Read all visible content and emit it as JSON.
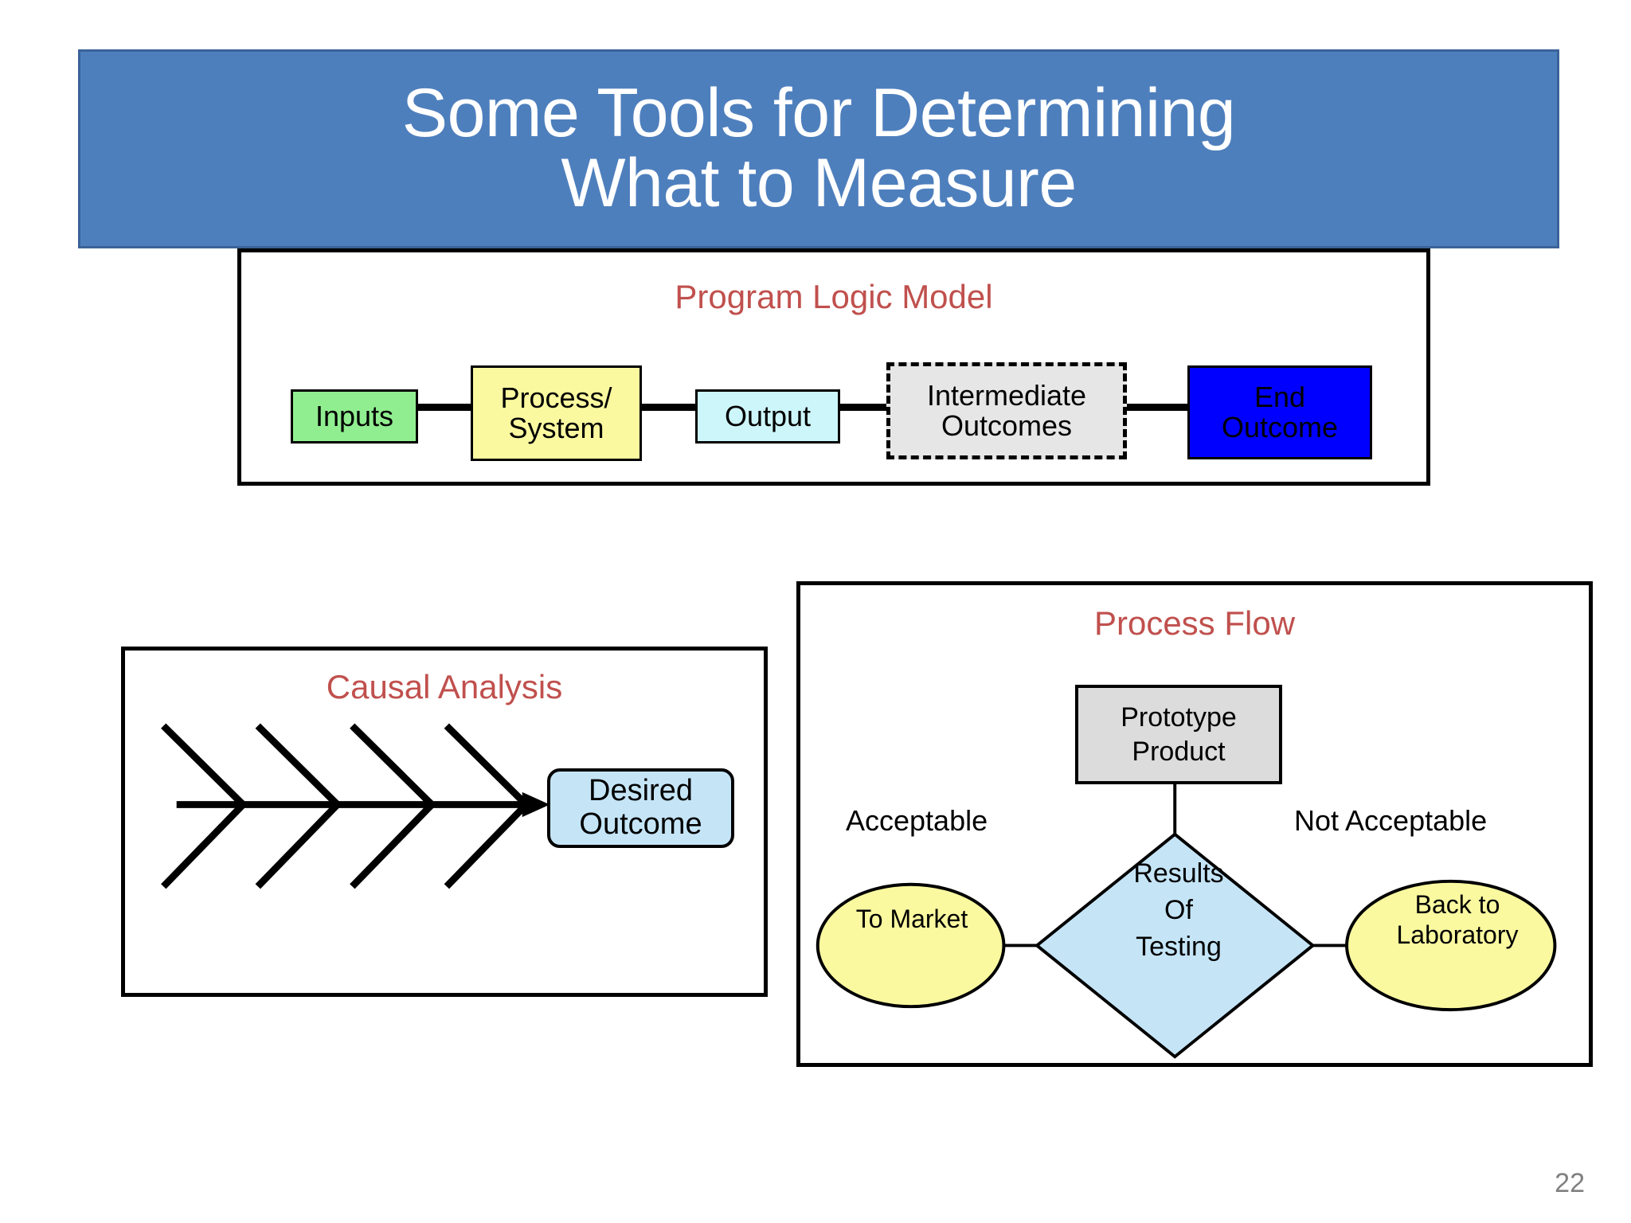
{
  "slide": {
    "title_line_1": "Some Tools for Determining",
    "title_line_2": "What to Measure",
    "page_number": "22",
    "colors": {
      "title_banner": "#4E7FBD",
      "panel_title": "#C0504D",
      "inputs_box": "#90EE90",
      "process_box": "#FAF9A0",
      "output_box": "#CDF6FA",
      "intermediate_box": "#E6E6E6",
      "end_outcome_box": "#0000FF",
      "desired_outcome_box": "#C5E5F7",
      "prototype_box": "#DCDCDC",
      "diamond_box": "#C5E5F7",
      "ellipse_box": "#FAF9A0",
      "page_number": "#808080"
    }
  },
  "program_logic_model": {
    "title": "Program Logic Model",
    "steps": [
      {
        "label": "Inputs",
        "shape": "rectangle",
        "fill": "#90EE90"
      },
      {
        "label_line_1": "Process/",
        "label_line_2": "System",
        "shape": "rectangle",
        "fill": "#FAF9A0"
      },
      {
        "label": "Output",
        "shape": "rectangle",
        "fill": "#CDF6FA"
      },
      {
        "label_line_1": "Intermediate",
        "label_line_2": "Outcomes",
        "shape": "dashed-rectangle",
        "fill": "#E6E6E6"
      },
      {
        "label_line_1": "End",
        "label_line_2": "Outcome",
        "shape": "rectangle",
        "fill": "#0000FF"
      }
    ]
  },
  "causal_analysis": {
    "title": "Causal Analysis",
    "outcome_line_1": "Desired",
    "outcome_line_2": "Outcome",
    "upper_bones": 4,
    "lower_bones": 4
  },
  "process_flow": {
    "title": "Process Flow",
    "prototype_line_1": "Prototype",
    "prototype_line_2": "Product",
    "decision_line_1": "Results",
    "decision_line_2": "Of",
    "decision_line_3": "Testing",
    "branch_left_label": "Acceptable",
    "branch_right_label": "Not Acceptable",
    "outcome_left": "To Market",
    "outcome_right_line_1": "Back to",
    "outcome_right_line_2": "Laboratory"
  }
}
